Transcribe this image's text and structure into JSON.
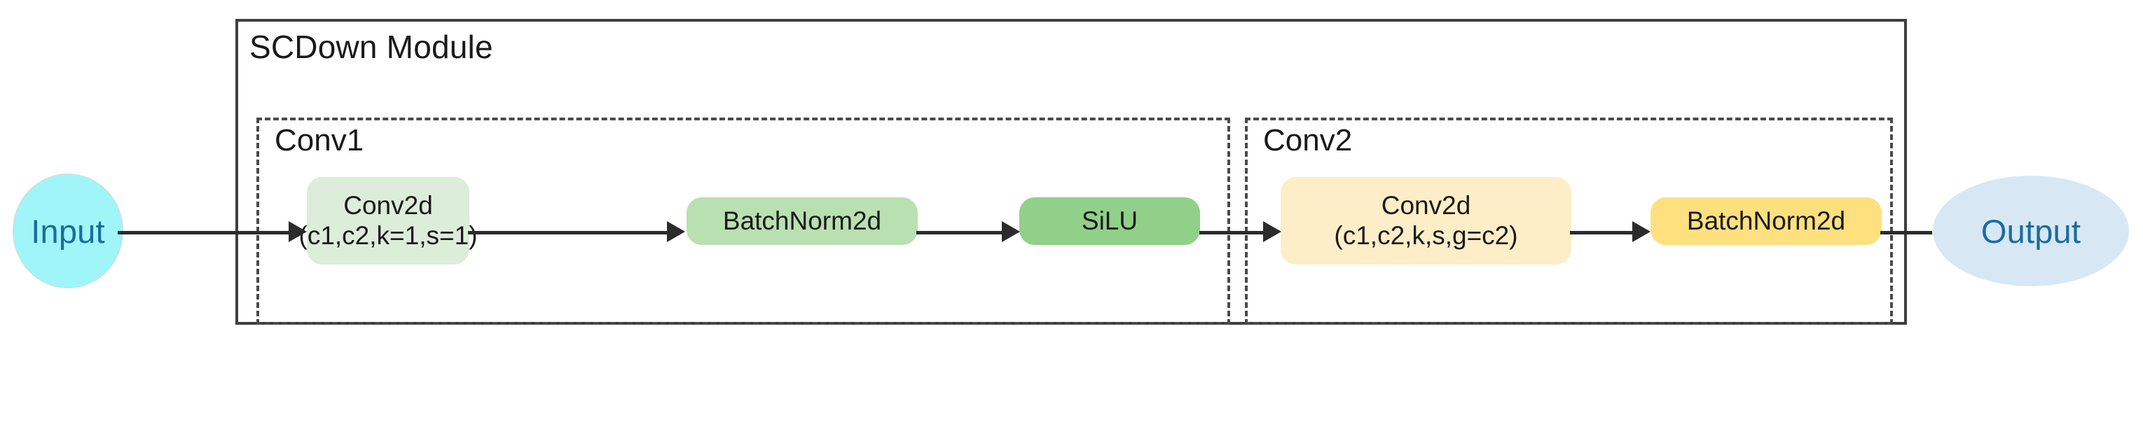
{
  "diagram": {
    "module_title": "SCDown Module",
    "nodes": {
      "input_label": "Input",
      "output_label": "Output"
    },
    "groups": [
      {
        "id": "conv1",
        "title": "Conv1"
      },
      {
        "id": "conv2",
        "title": "Conv2"
      }
    ],
    "blocks": [
      {
        "id": "conv2d-1",
        "line1": "Conv2d",
        "line2": "(c1,c2,k=1,s=1)",
        "color": "#dcedd9",
        "group": "Conv1"
      },
      {
        "id": "batchnorm2d-1",
        "line1": "BatchNorm2d",
        "line2": "",
        "color": "#b8e0b0",
        "group": "Conv1"
      },
      {
        "id": "silu",
        "line1": "SiLU",
        "line2": "",
        "color": "#91d088",
        "group": "Conv1"
      },
      {
        "id": "conv2d-2",
        "line1": "Conv2d",
        "line2": "(c1,c2,k,s,g=c2)",
        "color": "#fdeec7",
        "group": "Conv2"
      },
      {
        "id": "batchnorm2d-2",
        "line1": "BatchNorm2d",
        "line2": "",
        "color": "#fee07f",
        "group": "Conv2"
      }
    ],
    "colors": {
      "input_fill": "#9ff5f7",
      "output_fill": "#d7e8f4",
      "node_text": "#1b6ca0",
      "outer_border": "#3f3f3f",
      "dashed_border": "#4a4a4a",
      "arrow": "#2b2b2b",
      "background": "#ffffff"
    },
    "flow_order": [
      "Input",
      "Conv2d",
      "BatchNorm2d",
      "SiLU",
      "Conv2d",
      "BatchNorm2d",
      "Output"
    ]
  }
}
